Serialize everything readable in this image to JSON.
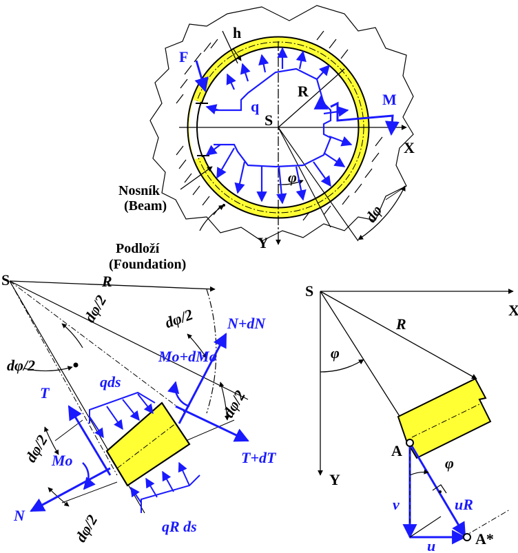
{
  "colors": {
    "blue": "#1a1aff",
    "yellow": "#ffff33",
    "black": "#000000"
  },
  "top_figure": {
    "h": "h",
    "F": "F",
    "q": "q",
    "R": "R",
    "S": "S",
    "M": "M",
    "X": "X",
    "Y": "Y",
    "phi": "φ",
    "dphi": "dφ",
    "beam_cz": "Nosník",
    "beam_en": "(Beam)",
    "foundation_cz": "Podloží",
    "foundation_en": "(Foundation)"
  },
  "element_figure": {
    "S": "S",
    "R": "R",
    "dphi2_a": "dφ/2",
    "dphi2_b": "dφ/2",
    "dphi2_c": "dφ/2",
    "dphi2_d": "dφ/2",
    "dphi2_e": "dφ/2",
    "dphi2_f": "dφ/2",
    "N_dN": "N+dN",
    "Mo_dMo": "Mo+dMo",
    "T": "T",
    "qds": "qds",
    "T_dT": "T+dT",
    "Mo": "Mo",
    "N": "N",
    "qR_ds": "qR ds"
  },
  "disp_figure": {
    "S": "S",
    "X": "X",
    "R": "R",
    "phi": "φ",
    "Y": "Y",
    "A": "A",
    "phi2": "φ",
    "v": "v",
    "uR": "uR",
    "u": "u",
    "Astar": "A*"
  }
}
